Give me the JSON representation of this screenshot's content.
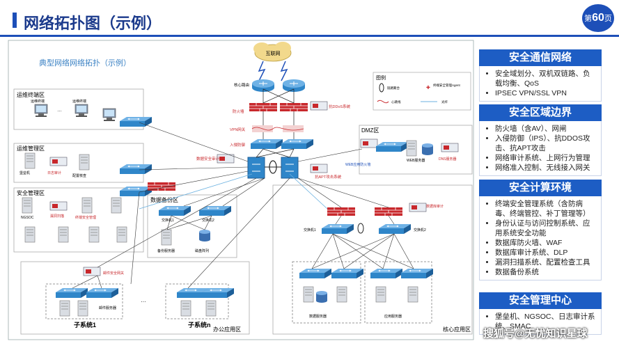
{
  "header": {
    "title": "网络拓扑图（示例）",
    "page_prefix": "第",
    "page_number": "60",
    "page_suffix": "页"
  },
  "diagram": {
    "title": "典型网络网络拓扑（示例）",
    "internet": "互联网",
    "legend": {
      "title": "图例",
      "items": [
        "链路聚合",
        "终端安全管理Agent",
        "心跳线",
        "光纤"
      ]
    },
    "zones": {
      "ops_terminal": "运维终端区",
      "ops_mgmt": "运维管理区",
      "security_mgmt": "安全管理区",
      "dmz": "DMZ区",
      "data_backup": "数据备份区",
      "office_app": "办公应用区",
      "core_app": "核心应用区"
    },
    "labels": {
      "core_router": "核心路由",
      "firewall": "防火墙",
      "anti_ddos": "抗DDoS系统",
      "vpn": "VPN网关",
      "ips": "入侵防御",
      "fortress": "数据安全审计",
      "apt": "抗APT攻击系统",
      "waf": "WEB应用防火墙",
      "db_audit": "数据库审计",
      "sys_a": "子系统1",
      "sys_n": "子系统n",
      "mail_gw": "邮件安全网关",
      "mail_server": "邮件服务器",
      "switch_1": "交换机1",
      "switch_2": "交换机2",
      "backup_server": "备份服务器",
      "disk_array": "磁盘阵列",
      "ops_term_1": "运维终端",
      "ops_term_2": "运维终端",
      "fortress_machine": "堡垒机",
      "log_audit": "日志审计",
      "config_check": "配置核查",
      "ngsoc": "NGSOC",
      "vuln_scan": "漏洞扫描",
      "terminal_mgmt": "终端安全管理",
      "data_server": "数据服务器",
      "app_server": "应用服务器",
      "web_server": "WEB服务器",
      "dns_server": "DNS服务器"
    }
  },
  "panels": [
    {
      "title": "安全通信网络",
      "items": [
        "安全域划分、双机双链路、负载均衡、QoS",
        "IPSEC VPN/SSL VPN"
      ]
    },
    {
      "title": "安全区域边界",
      "items": [
        "防火墙（含AV）、网闸",
        "入侵防御（IPS）、抗DDOS攻击、抗APT攻击",
        "网络审计系统、上网行为管理",
        "网络准入控制、无线接入网关"
      ]
    },
    {
      "title": "安全计算环境",
      "items": [
        "终端安全管理系统（含防病毒、终端管控、补丁管理等）",
        "身份认证与访问控制系统、应用系统安全功能",
        "数据库防火墙、WAF",
        "数据库审计系统、DLP",
        "漏洞扫描系统、配置检查工具",
        "数据备份系统"
      ]
    },
    {
      "title": "安全管理中心",
      "items": [
        "堡垒机、NGSOC、日志审计系统、SMAC"
      ]
    }
  ],
  "watermark": "搜狐号@无忧知识星球",
  "colors": {
    "brand": "#1d4fb8",
    "panel_title": "#1d5dc4",
    "firewall": "#c8282c",
    "switch": "#2f86c9"
  }
}
